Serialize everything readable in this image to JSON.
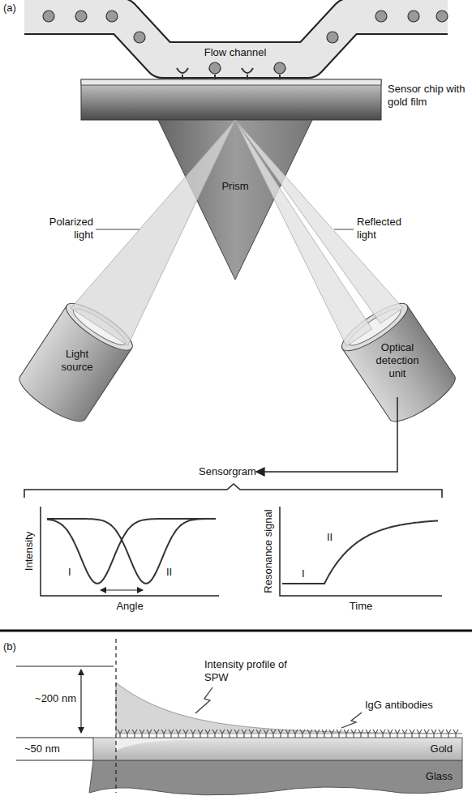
{
  "diagram": {
    "nodes": [
      {
        "text": [
          "Flow channel"
        ]
      },
      {
        "text": [
          "Sensor chip with gold film"
        ]
      },
      {
        "text": [
          "Prism"
        ]
      },
      {
        "text": [
          "Light source"
        ]
      },
      {
        "text": [
          "Optical detection unit"
        ]
      },
      {
        "text": [
          "Sensorgram"
        ]
      },
      {
        "text": [
          "Gold"
        ]
      },
      {
        "text": [
          "Glass"
        ]
      }
    ],
    "edges": [
      {
        "from": 4,
        "to": 5,
        "arrow": "to"
      }
    ],
    "labels": [
      "(a)",
      "Polarized light",
      "Reflected light",
      "Intensity",
      "Angle",
      "I",
      "II",
      "Resonance signal",
      "Time",
      "I",
      "II",
      "(b)",
      "~200 nm",
      "~50 nm",
      "Intensity profile of SPW",
      "IgG antibodies"
    ]
  }
}
